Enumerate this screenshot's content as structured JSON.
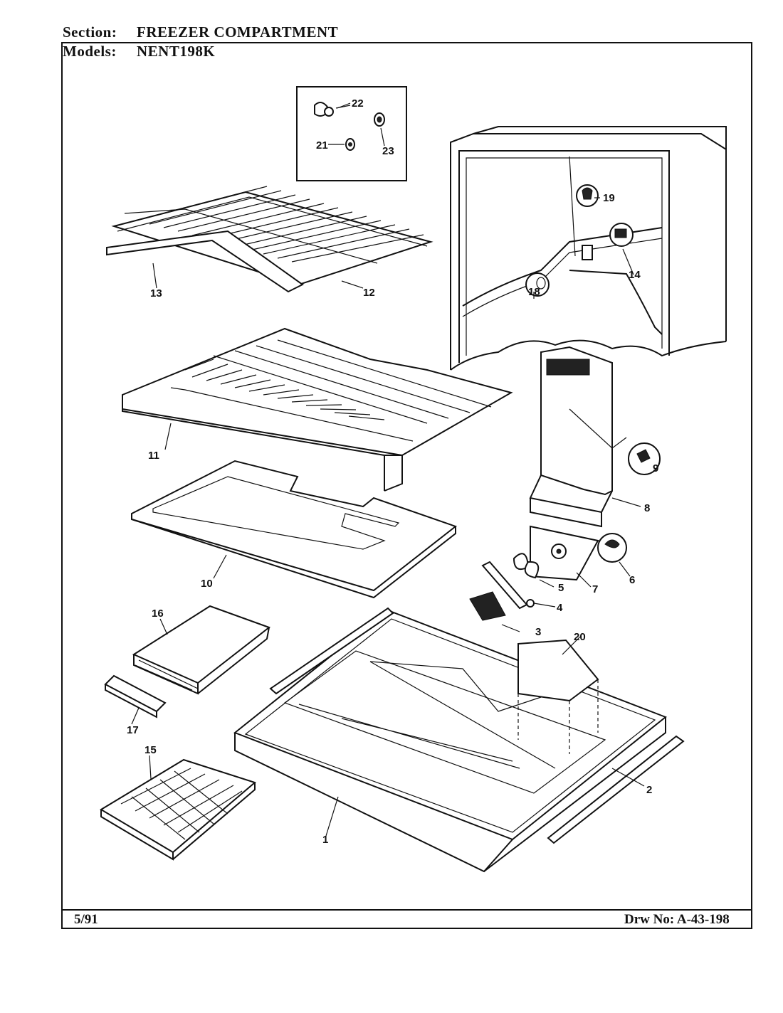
{
  "header": {
    "section_label": "Section:",
    "section_value": "FREEZER COMPARTMENT",
    "models_label": "Models:",
    "models_value": "NENT198K"
  },
  "footer": {
    "date": "5/91",
    "drawing_no": "Drw No: A-43-198"
  },
  "callouts": [
    "1",
    "2",
    "3",
    "4",
    "5",
    "6",
    "7",
    "8",
    "9",
    "10",
    "11",
    "12",
    "13",
    "14",
    "15",
    "16",
    "17",
    "18",
    "19",
    "20",
    "21",
    "22",
    "23"
  ]
}
